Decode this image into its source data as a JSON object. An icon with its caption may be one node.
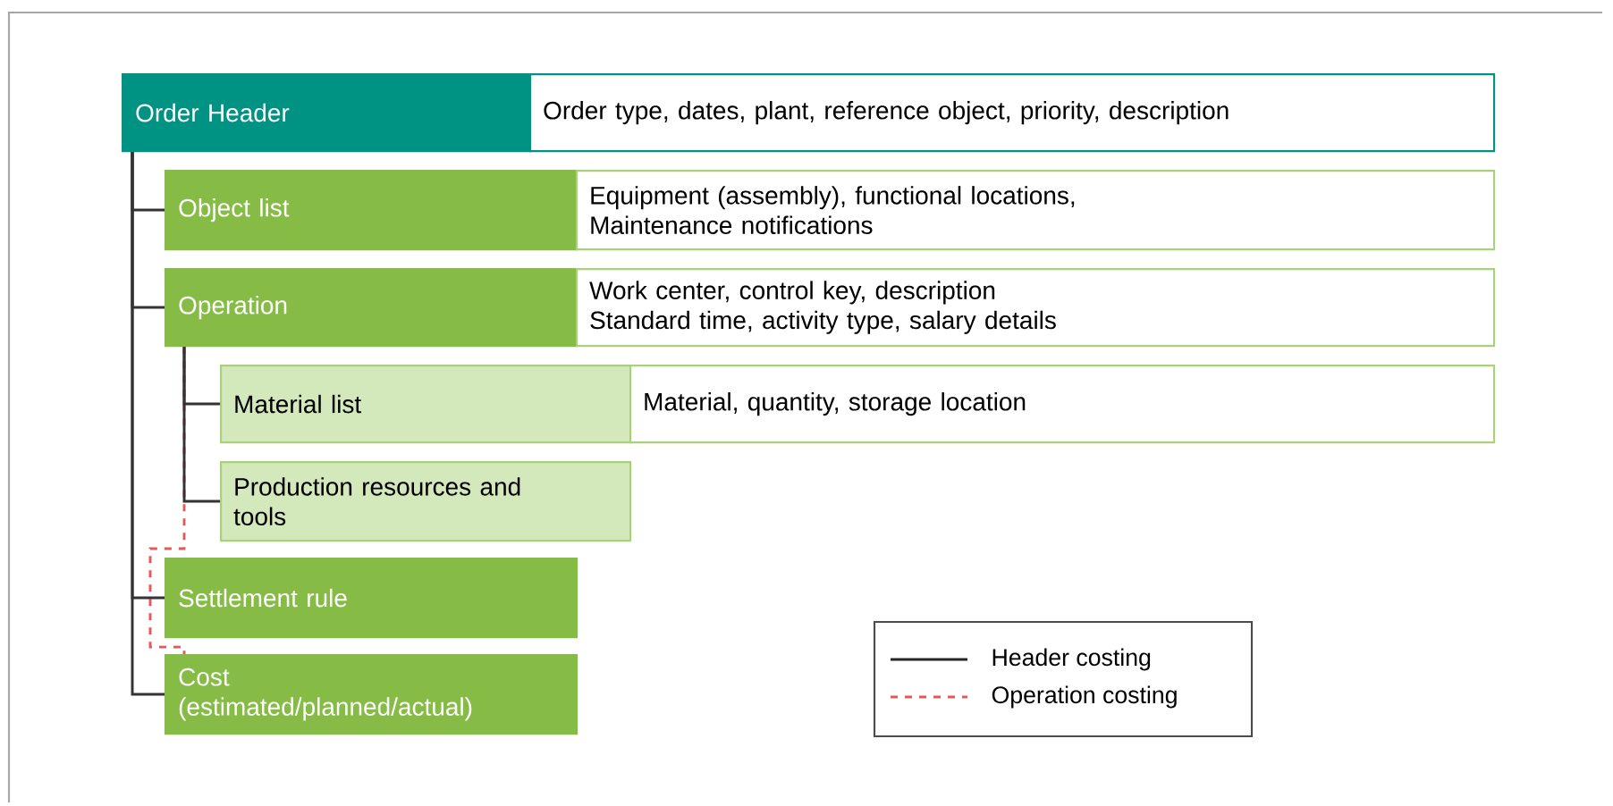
{
  "diagram": {
    "nodes": [
      {
        "text": [
          "Order Header"
        ]
      },
      {
        "text": [
          "Order type, dates, plant, reference object, priority, description"
        ]
      },
      {
        "text": [
          "Object list"
        ]
      },
      {
        "text": [
          "Equipment (assembly), functional locations, Maintenance notifications"
        ]
      },
      {
        "text": [
          "Operation"
        ]
      },
      {
        "text": [
          "Work center, control key, description Standard time, activity type, salary details"
        ]
      },
      {
        "text": [
          "Material list"
        ]
      },
      {
        "text": [
          "Material, quantity, storage location"
        ]
      },
      {
        "text": [
          "Production resources and tools"
        ]
      },
      {
        "text": [
          "Settlement rule"
        ]
      },
      {
        "text": [
          "Cost (estimated/planned/actual)"
        ]
      }
    ],
    "edges": [
      {
        "from": 0,
        "to": 2,
        "arrow": "none"
      },
      {
        "from": 0,
        "to": 4,
        "arrow": "none"
      },
      {
        "from": 4,
        "to": 6,
        "arrow": "none"
      },
      {
        "from": 4,
        "to": 8,
        "arrow": "none"
      },
      {
        "from": 0,
        "to": 9,
        "arrow": "none"
      },
      {
        "from": 0,
        "to": 10,
        "arrow": "none"
      },
      {
        "from": 4,
        "to": 10,
        "arrow": "none",
        "style": "dashed",
        "color": "#e05a5a"
      }
    ],
    "legend": [
      {
        "text": "Header costing"
      },
      {
        "text": "Operation costing"
      }
    ]
  }
}
